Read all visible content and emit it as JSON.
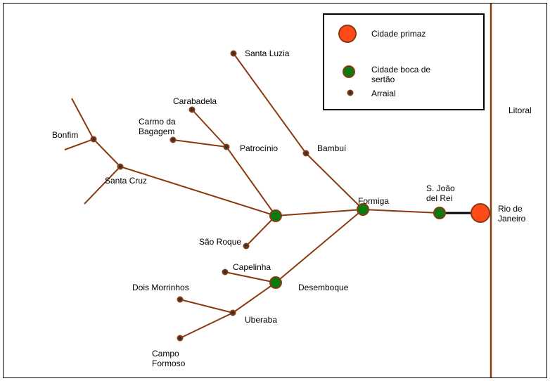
{
  "colors": {
    "edge": "#8b3a0f",
    "primate": "#ff4a1a",
    "primate_stroke": "#8b3a0f",
    "boca": "#0a7a12",
    "boca_stroke": "#8b3a0f",
    "arraial_fill": "#333333",
    "arraial_stroke": "#8b3a0f",
    "link": "#000000"
  },
  "legend": {
    "primate": "Cidade primaz",
    "boca": "Cidade boca de\nsertão",
    "arraial": "Arraial"
  },
  "coast_label": "Litoral",
  "places": {
    "santa_luzia": "Santa Luzia",
    "carabadela": "Carabadela",
    "carmo": "Carmo da\nBagagem",
    "bonfim": "Bonfim",
    "patrocinio": "Patrocínio",
    "bambui": "Bambuí",
    "santa_cruz": "Santa Cruz",
    "formiga": "Formiga",
    "sao_joao": "S. João\ndel Rei",
    "rio": "Rio de\nJaneiro",
    "sao_roque": "São Roque",
    "capelinha": "Capelinha",
    "desemboque": "Desemboque",
    "dois_morrinhos": "Dois Morrinhos",
    "uberaba": "Uberaba",
    "campo_formoso": "Campo\nFormoso"
  }
}
